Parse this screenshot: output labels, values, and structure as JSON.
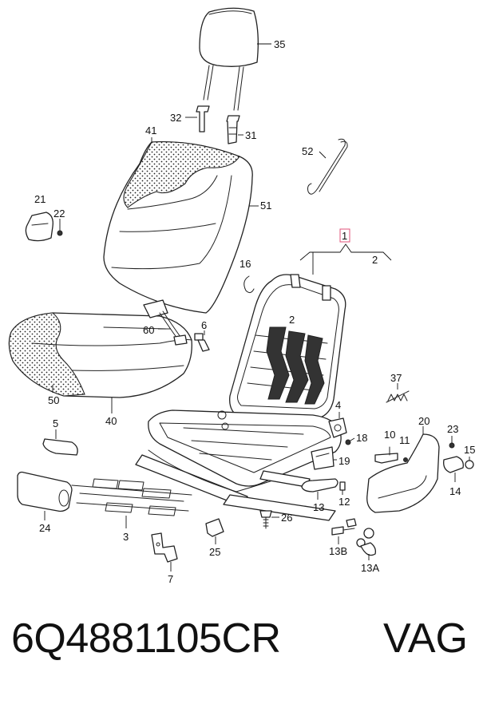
{
  "callouts": {
    "c35": "35",
    "c32": "32",
    "c31": "31",
    "c41": "41",
    "c52": "52",
    "c51": "51",
    "c21": "21",
    "c22": "22",
    "c1": "1",
    "c2top": "2",
    "c16": "16",
    "c60": "60",
    "c6": "6",
    "c2": "2",
    "c50": "50",
    "c40": "40",
    "c37": "37",
    "c5": "5",
    "c4": "4",
    "c18": "18",
    "c19": "19",
    "c10": "10",
    "c11": "11",
    "c20": "20",
    "c23": "23",
    "c15": "15",
    "c24": "24",
    "c13": "13",
    "c12": "12",
    "c14": "14",
    "c3": "3",
    "c26": "26",
    "c25": "25",
    "c13B": "13B",
    "c13A": "13A",
    "c7": "7"
  },
  "caption": {
    "part_number": "6Q4881105CR",
    "brand": "VAG"
  },
  "colors": {
    "highlight_box": "#e0507a"
  }
}
